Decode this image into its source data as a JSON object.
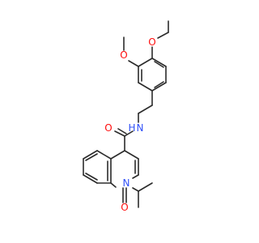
{
  "structure": {
    "atoms": {
      "o_methoxy_top": "O",
      "o_methoxy_left": "O",
      "n_amide": "N",
      "h_amide": "H",
      "o_amide": "O",
      "n_ring": "N",
      "o_ring_carbonyl": "O"
    }
  },
  "colors": {
    "bond": "#2b2b2b",
    "oxygen": "#ff0d0d",
    "nitrogen": "#3050f8"
  }
}
